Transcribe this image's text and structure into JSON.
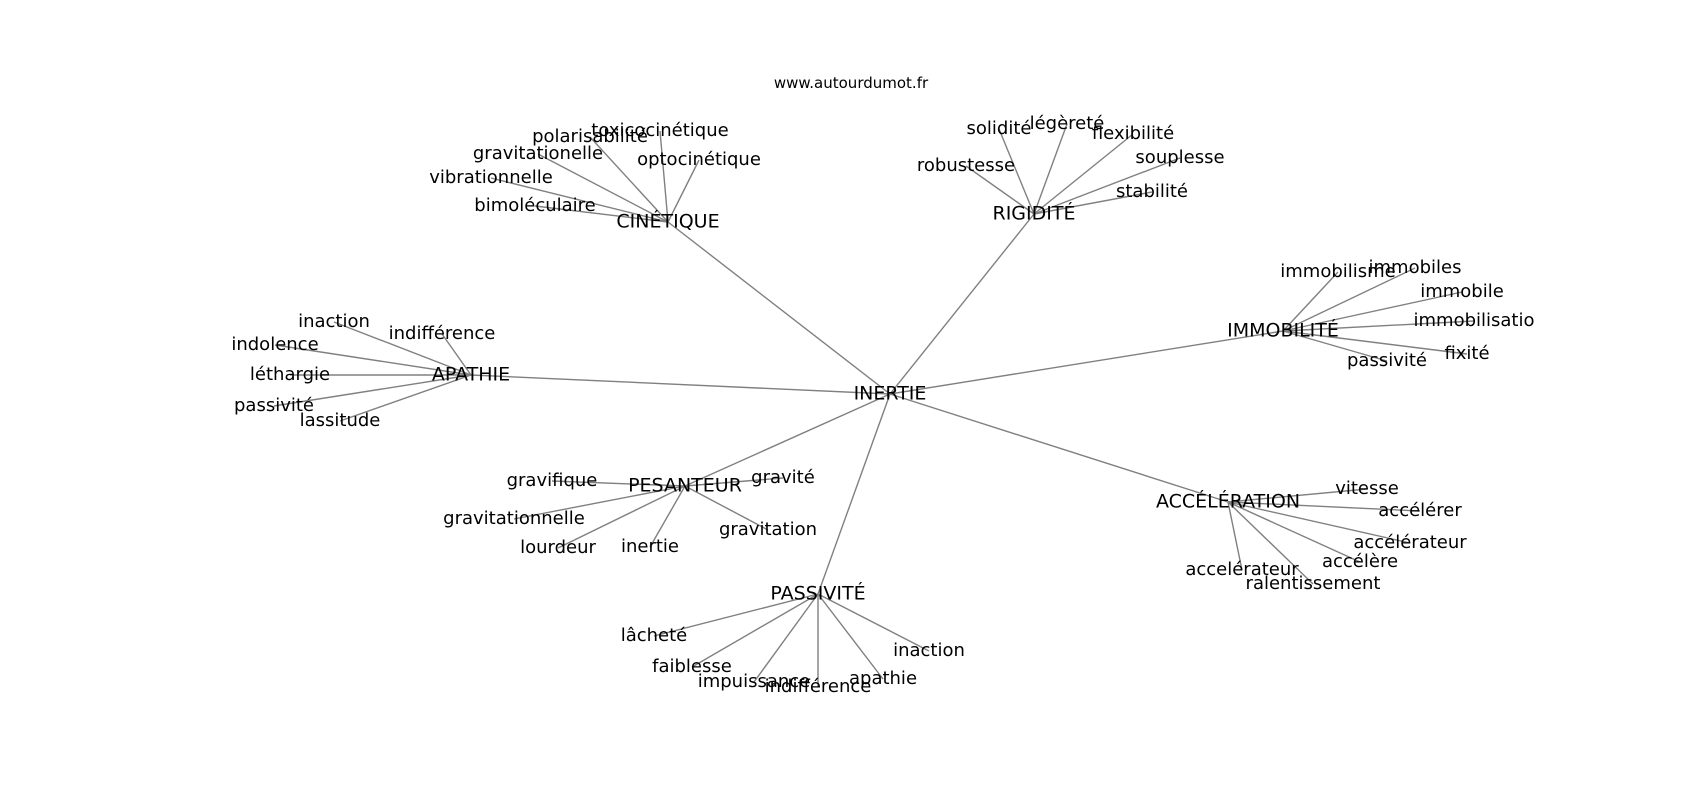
{
  "watermark": "www.autourdumot.fr",
  "colors": {
    "edge": "#808080",
    "text": "#000000",
    "background": "#ffffff"
  },
  "graph": {
    "center": {
      "label": "INERTIE"
    },
    "hubs": [
      {
        "id": "cinetique",
        "label": "CINÉTIQUE",
        "words": [
          "toxicocinétique",
          "polarisabilité",
          "gravitationelle",
          "optocinétique",
          "vibrationnelle",
          "bimoléculaire"
        ]
      },
      {
        "id": "rigidite",
        "label": "RIGIDITÉ",
        "words": [
          "solidité",
          "légèreté",
          "flexibilité",
          "robustesse",
          "souplesse",
          "stabilité"
        ]
      },
      {
        "id": "immobilite",
        "label": "IMMOBILITÉ",
        "words": [
          "immobilisme",
          "immobiles",
          "immobile",
          "immobilisatio",
          "passivité",
          "fixité"
        ]
      },
      {
        "id": "apathie",
        "label": "APATHIE",
        "words": [
          "inaction",
          "indifférence",
          "indolence",
          "léthargie",
          "passivité",
          "lassitude"
        ]
      },
      {
        "id": "pesanteur",
        "label": "PESANTEUR",
        "words": [
          "gravifique",
          "gravité",
          "gravitationnelle",
          "gravitation",
          "lourdeur",
          "inertie"
        ]
      },
      {
        "id": "acceleration",
        "label": "ACCÉLÉRATION",
        "words": [
          "vitesse",
          "accélérer",
          "accélérateur",
          "accélère",
          "accelérateur",
          "ralentissement"
        ]
      },
      {
        "id": "passivite",
        "label": "PASSIVITÉ",
        "words": [
          "lâcheté",
          "faiblesse",
          "impuissance",
          "indifférence",
          "apathie",
          "inaction"
        ]
      }
    ]
  }
}
